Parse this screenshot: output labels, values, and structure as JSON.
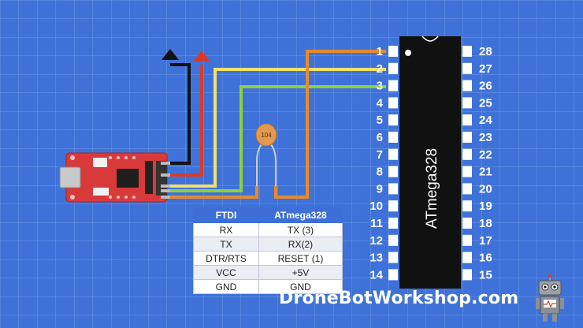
{
  "colors": {
    "background": "#3f72d8",
    "grid": "#6b95e4",
    "wire_tx": "#e88a2a",
    "wire_rx": "#f2e06a",
    "wire_dtr": "#8fcf3f",
    "wire_vcc": "#d93b2a",
    "wire_gnd": "#111111",
    "chip": "#111111",
    "pin": "#ffffff",
    "board": "#d83a3a",
    "capacitor": "#e39a4e",
    "table_header": "#3d6fd6"
  },
  "capacitor": {
    "label": "104"
  },
  "chip": {
    "label": "ATmega328",
    "left_pins": [
      "1",
      "2",
      "3",
      "4",
      "5",
      "6",
      "7",
      "8",
      "9",
      "10",
      "11",
      "12",
      "13",
      "14"
    ],
    "right_pins": [
      "28",
      "27",
      "26",
      "25",
      "24",
      "23",
      "22",
      "21",
      "20",
      "19",
      "18",
      "17",
      "16",
      "15"
    ]
  },
  "table": {
    "headers": [
      "FTDI",
      "ATmega328"
    ],
    "rows": [
      [
        "RX",
        "TX (3)"
      ],
      [
        "TX",
        "RX(2)"
      ],
      [
        "DTR/RTS",
        "RESET (1)"
      ],
      [
        "VCC",
        "+5V"
      ],
      [
        "GND",
        "GND"
      ]
    ]
  },
  "watermark": "DroneBotWorkshop.com",
  "icons": [
    "arrow-up-icon",
    "robot-icon",
    "usb-board-icon"
  ]
}
